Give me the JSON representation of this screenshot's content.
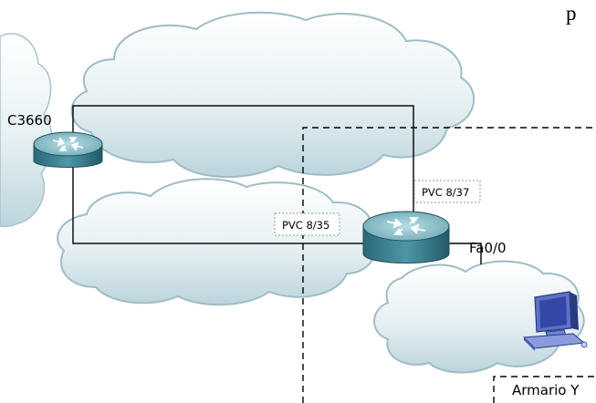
{
  "header_fragment": "p",
  "routers": {
    "left": {
      "label": "C3660"
    },
    "right": {
      "label": ""
    }
  },
  "pvc_labels": {
    "pvc_a": "PVC 8/37",
    "pvc_b": "PVC 8/35"
  },
  "interface_label": "Fa0/0",
  "room_label": "Armario Y",
  "colors": {
    "cloud_fill_top": "#ffffff",
    "cloud_fill_bottom": "#c9dde3",
    "cloud_shadow": "#9fbcc6",
    "router_body": "#3a7e8e",
    "router_top": "#8cc3cd",
    "pvc_box_border": "#999999"
  }
}
